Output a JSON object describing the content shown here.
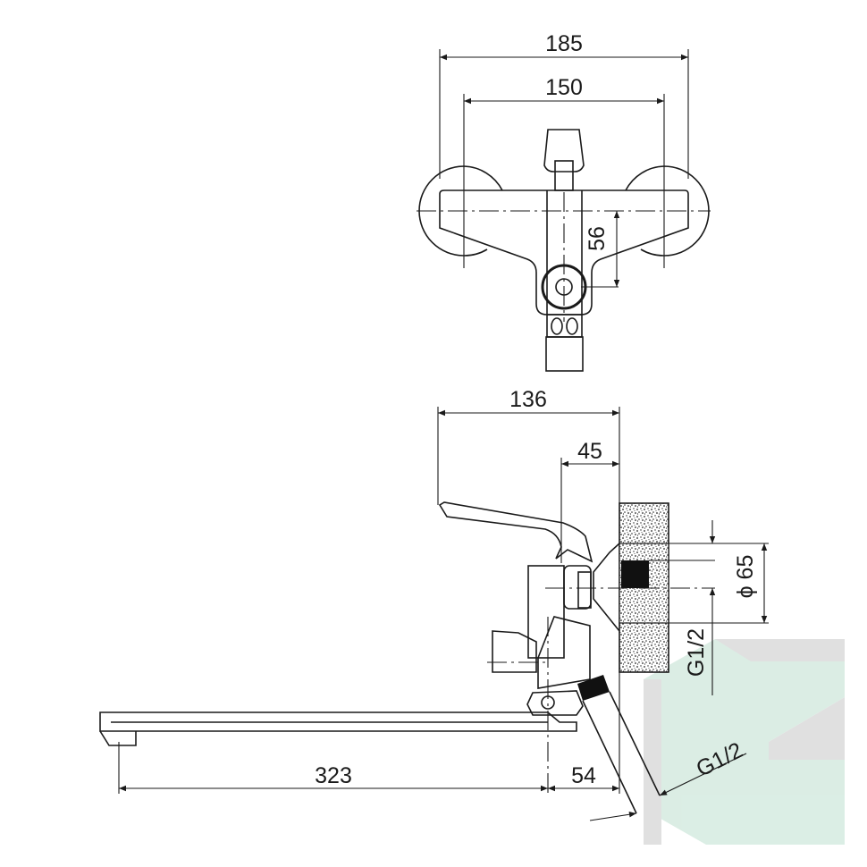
{
  "title": "Wall-mounted bath mixer with long spout — dimension drawing",
  "top_view": {
    "dim_overall_width": "185",
    "dim_center_distance": "150",
    "dim_handle_offset": "56"
  },
  "side_view": {
    "dim_depth": "136",
    "dim_handle_depth": "45",
    "dim_flange_diameter": "ϕ 65",
    "dim_inlet_thread": "G1/2",
    "dim_spout_length": "323",
    "dim_spout_offset": "54",
    "dim_hose_thread": "G1/2"
  },
  "colors": {
    "line": "#1a1a1a",
    "watermark_green": "#cfe8dc",
    "watermark_gray": "#d6d6d6"
  }
}
